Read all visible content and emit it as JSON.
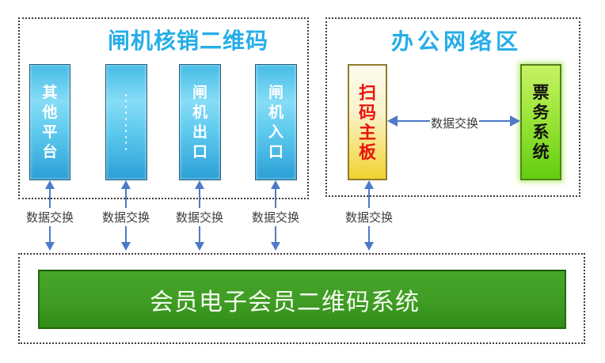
{
  "colors": {
    "zone_title_blue": "#25aee8",
    "arrow_blue": "#4d7ac8",
    "blue_box_top": "#86dcf6",
    "blue_box_bottom": "#2b9fd6",
    "scan_board_fill": "#f5e06a",
    "scan_board_text_red": "#e8150c",
    "ticket_system_fill": "#9ae436",
    "member_box_green": "#3f9c24",
    "arrow_label_text": "#3d3d3d"
  },
  "zones": {
    "gate_area": {
      "title": "闸机核销二维码",
      "boxes": [
        {
          "label": "其他平台"
        },
        {
          "label": "··········"
        },
        {
          "label": "闸机出口"
        },
        {
          "label": "闸机入口"
        }
      ]
    },
    "office_area": {
      "title": "办公网络区",
      "scan_board_label": "扫码主板",
      "ticket_system_label": "票务系统",
      "exchange_label": "数据交换"
    },
    "member_area": {
      "system_label": "会员电子会员二维码系统"
    }
  },
  "arrows": {
    "vertical_labels": [
      "数据交换",
      "数据交换",
      "数据交换",
      "数据交换",
      "数据交换"
    ]
  }
}
